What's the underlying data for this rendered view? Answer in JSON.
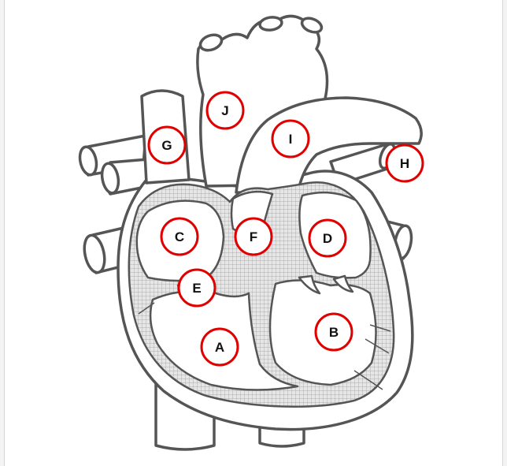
{
  "diagram": {
    "labels": [
      {
        "id": "J",
        "text": "J"
      },
      {
        "id": "G",
        "text": "G"
      },
      {
        "id": "I",
        "text": "I"
      },
      {
        "id": "H",
        "text": "H"
      },
      {
        "id": "C",
        "text": "C"
      },
      {
        "id": "F",
        "text": "F"
      },
      {
        "id": "D",
        "text": "D"
      },
      {
        "id": "E",
        "text": "E"
      },
      {
        "id": "B",
        "text": "B"
      },
      {
        "id": "A",
        "text": "A"
      }
    ],
    "colors": {
      "outline": "#555555",
      "wall_fill": "#cfcfcf",
      "marker_ring": "#e00000",
      "marker_fill": "#ffffff"
    }
  }
}
